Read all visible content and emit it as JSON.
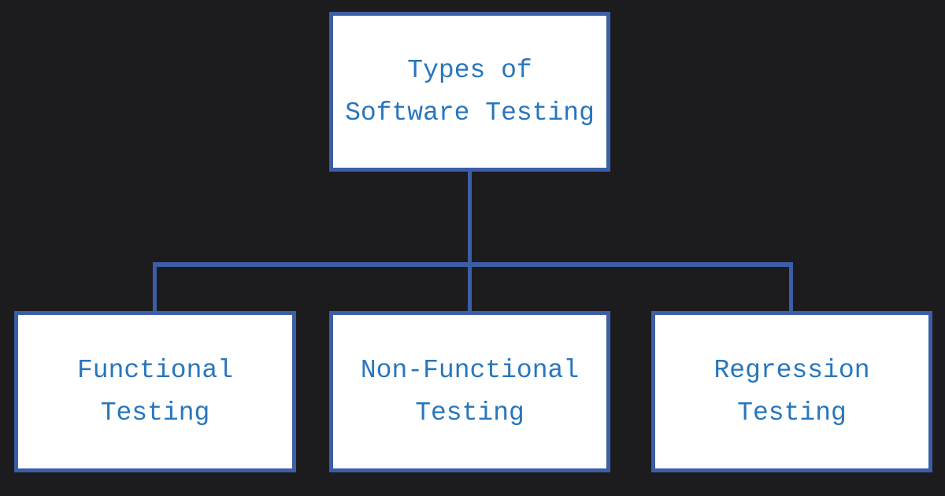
{
  "root": {
    "line1": "Types of",
    "line2": "Software Testing"
  },
  "children": [
    {
      "line1": "Functional",
      "line2": "Testing"
    },
    {
      "line1": "Non-Functional",
      "line2": "Testing"
    },
    {
      "line1": "Regression",
      "line2": "Testing"
    }
  ],
  "colors": {
    "background": "#1c1c1e",
    "border": "#3c5ea6",
    "text": "#2876bd",
    "box_fill": "#ffffff"
  }
}
